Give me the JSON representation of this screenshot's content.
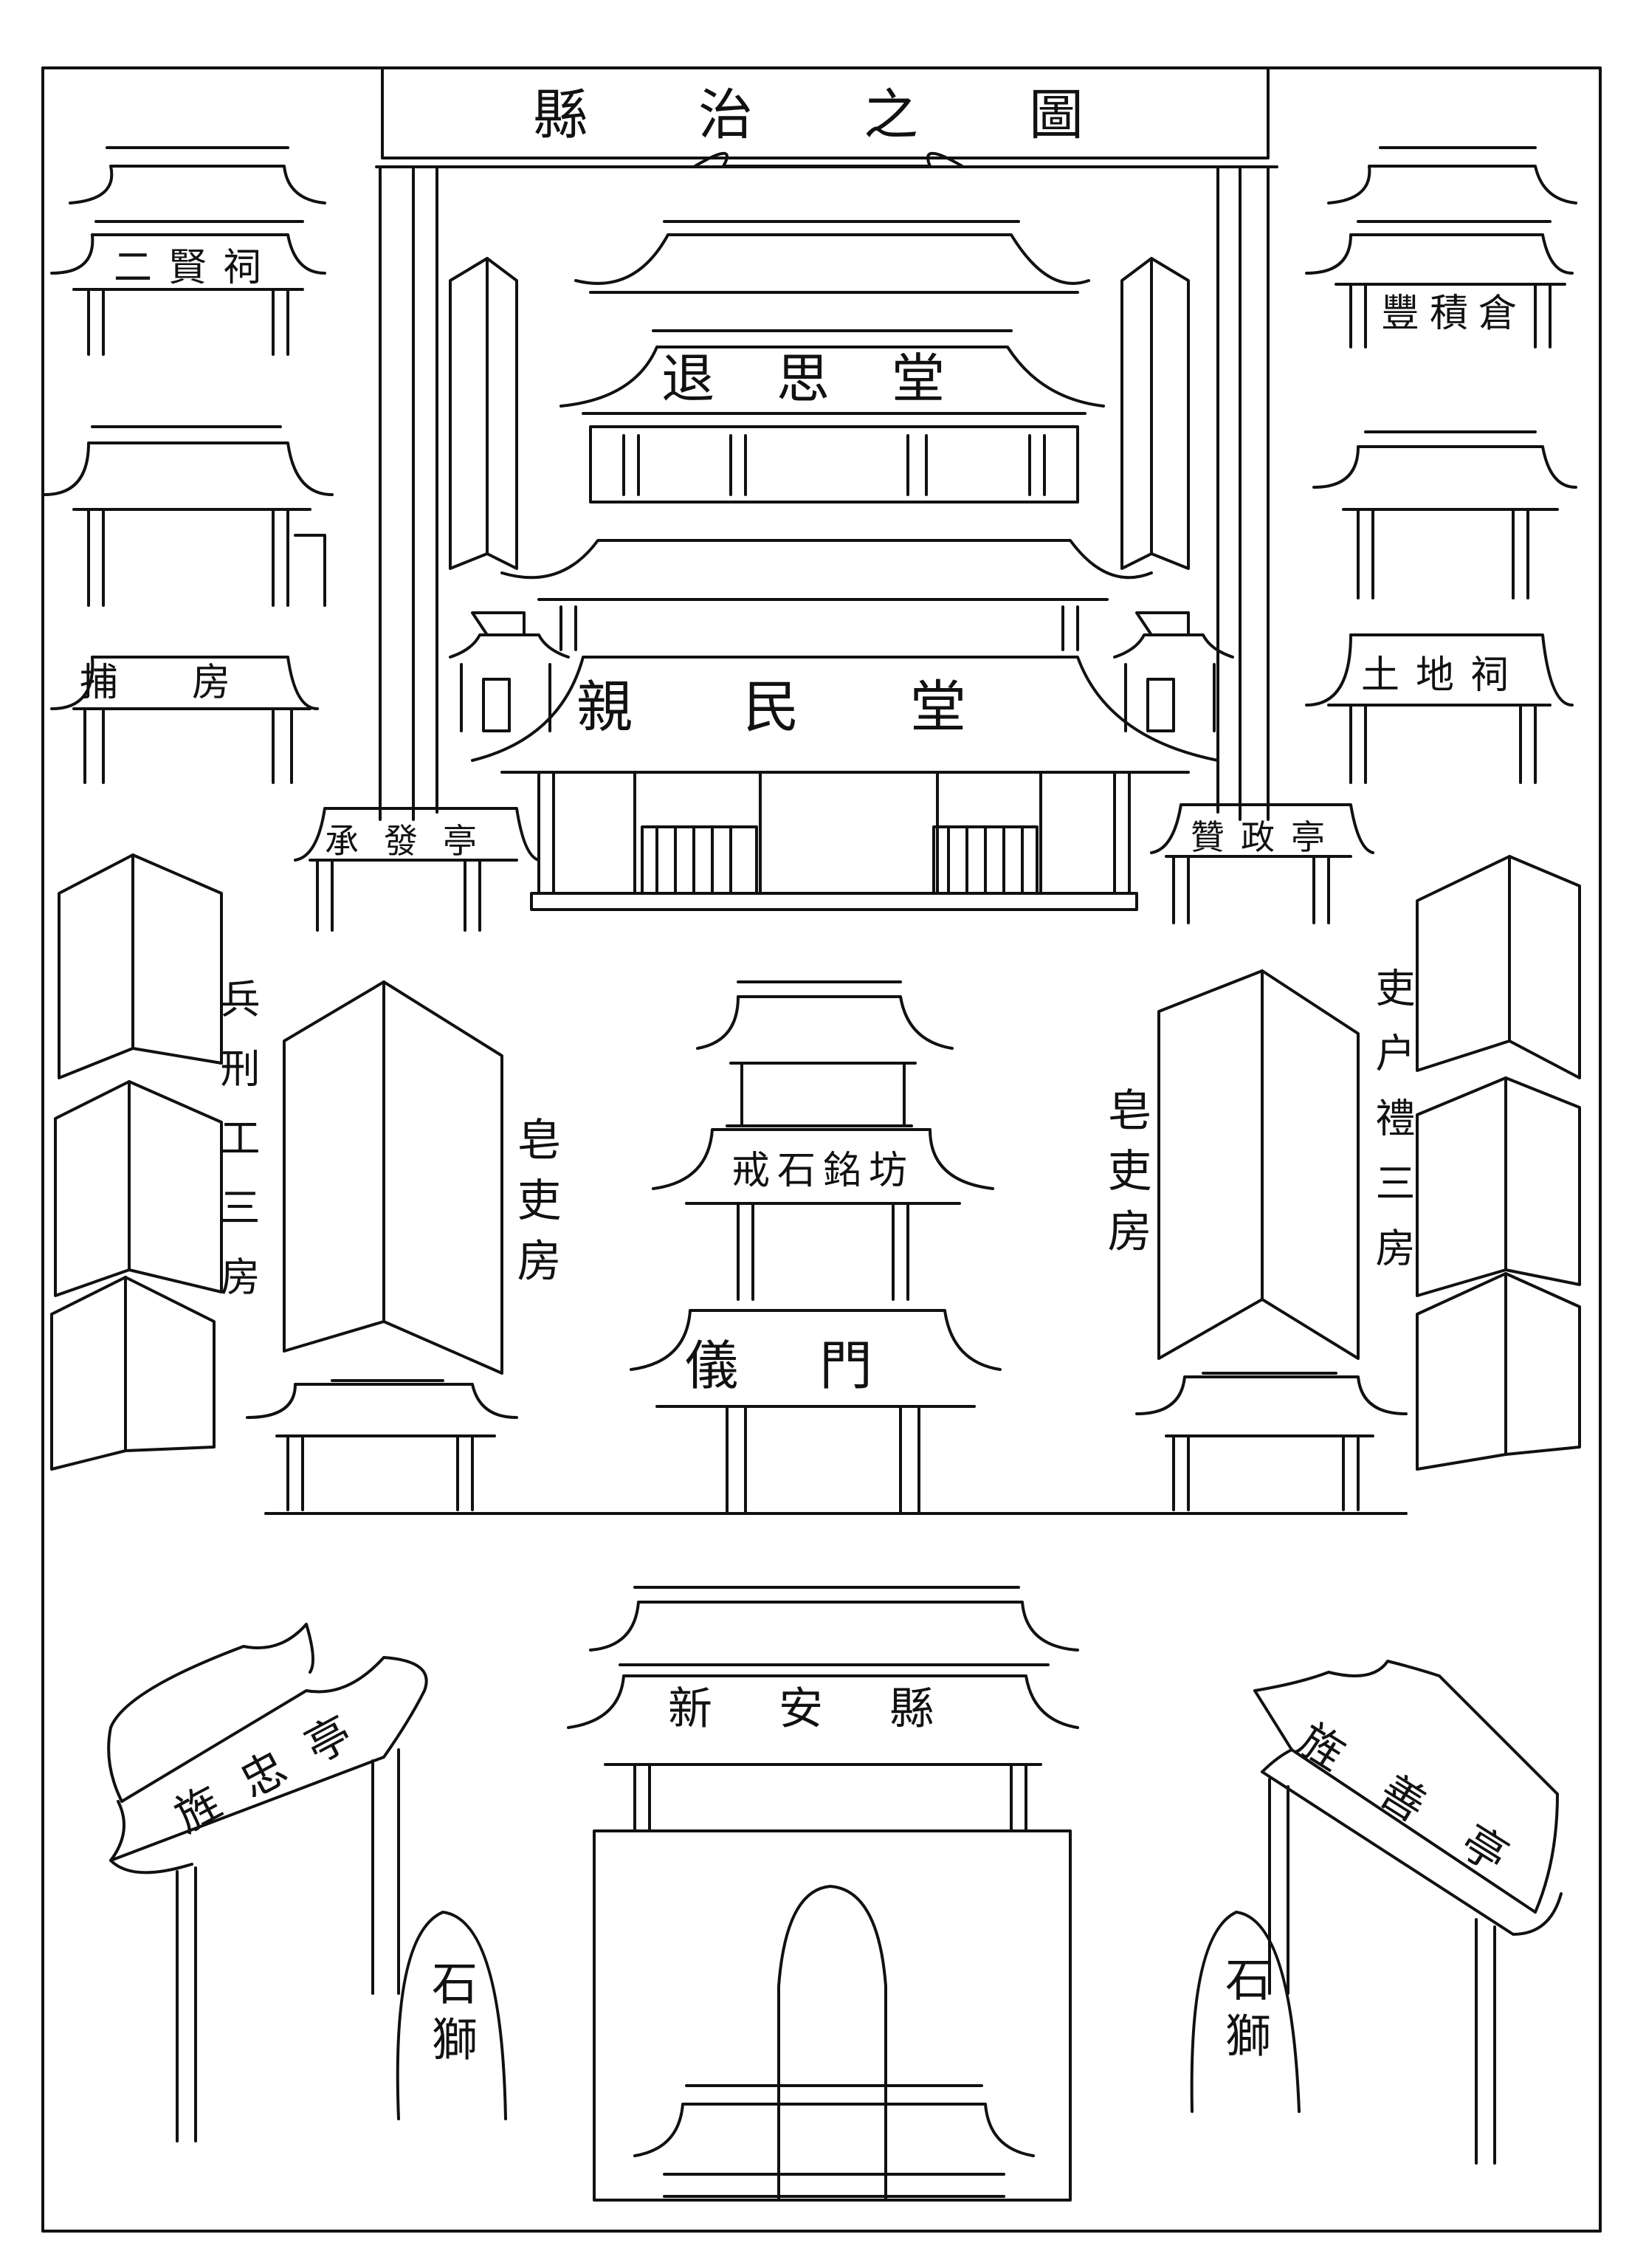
{
  "title": "縣治之圖",
  "buildings": {
    "er_xian_ci": "二賢祠",
    "feng_ji_cang": "豐積倉",
    "tui_si_tang": "退思堂",
    "bu_fang": "捕房",
    "tu_di_ci": "土地祠",
    "qin_min_tang": "親民堂",
    "cheng_fa_ting": "承發亭",
    "zan_zheng_ting": "贊政亭",
    "bing_xing_gong_san_fang": "兵刑工三房",
    "li_hu_li_san_fang": "吏户禮三房",
    "zao_li_fang_left": "皂吏房",
    "zao_li_fang_right": "皂吏房",
    "jie_shi_ming_fang": "戒石銘坊",
    "yi_men": "儀門",
    "xin_an_xian": "新安縣",
    "jing_zhong_ting": "旌忠亭",
    "jing_shan_ting": "旌善亭",
    "shi_shi_left": "石獅",
    "shi_shi_right": "石獅"
  }
}
